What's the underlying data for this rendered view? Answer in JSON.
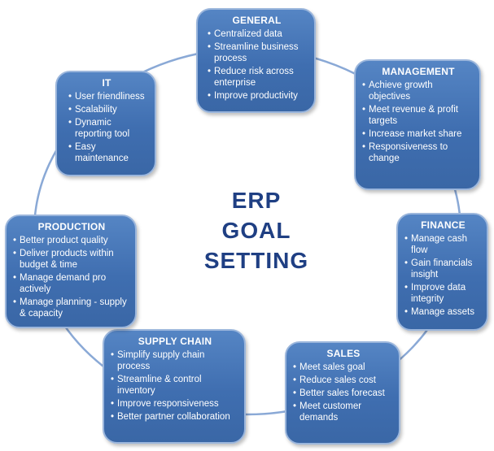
{
  "title_lines": [
    "ERP",
    "GOAL",
    "SETTING"
  ],
  "colors": {
    "box_fill": "#4472b7",
    "box_border": "#9bb6dc",
    "ring": "#8aa9d6",
    "title_text": "#1f3f83",
    "box_text": "#ffffff"
  },
  "boxes": {
    "general": {
      "title": "GENERAL",
      "items": [
        "Centralized data",
        "Streamline business process",
        "Reduce risk across enterprise",
        "Improve productivity"
      ]
    },
    "management": {
      "title": "MANAGEMENT",
      "items": [
        "Achieve growth objectives",
        "Meet revenue & profit targets",
        "Increase market share",
        "Responsiveness to change"
      ]
    },
    "finance": {
      "title": "FINANCE",
      "items": [
        "Manage cash flow",
        "Gain financials insight",
        "Improve data integrity",
        "Manage assets"
      ]
    },
    "sales": {
      "title": "SALES",
      "items": [
        "Meet sales goal",
        "Reduce sales cost",
        "Better sales forecast",
        "Meet customer demands"
      ]
    },
    "supply_chain": {
      "title": "SUPPLY CHAIN",
      "items": [
        "Simplify supply chain process",
        "Streamline & control inventory",
        "Improve responsiveness",
        "Better partner collaboration"
      ]
    },
    "production": {
      "title": "PRODUCTION",
      "items": [
        "Better product quality",
        "Deliver products within budget & time",
        "Manage demand pro actively",
        "Manage planning - supply & capacity"
      ]
    },
    "it": {
      "title": "IT",
      "items": [
        "User friendliness",
        "Scalability",
        "Dynamic reporting tool",
        "Easy maintenance"
      ]
    }
  }
}
